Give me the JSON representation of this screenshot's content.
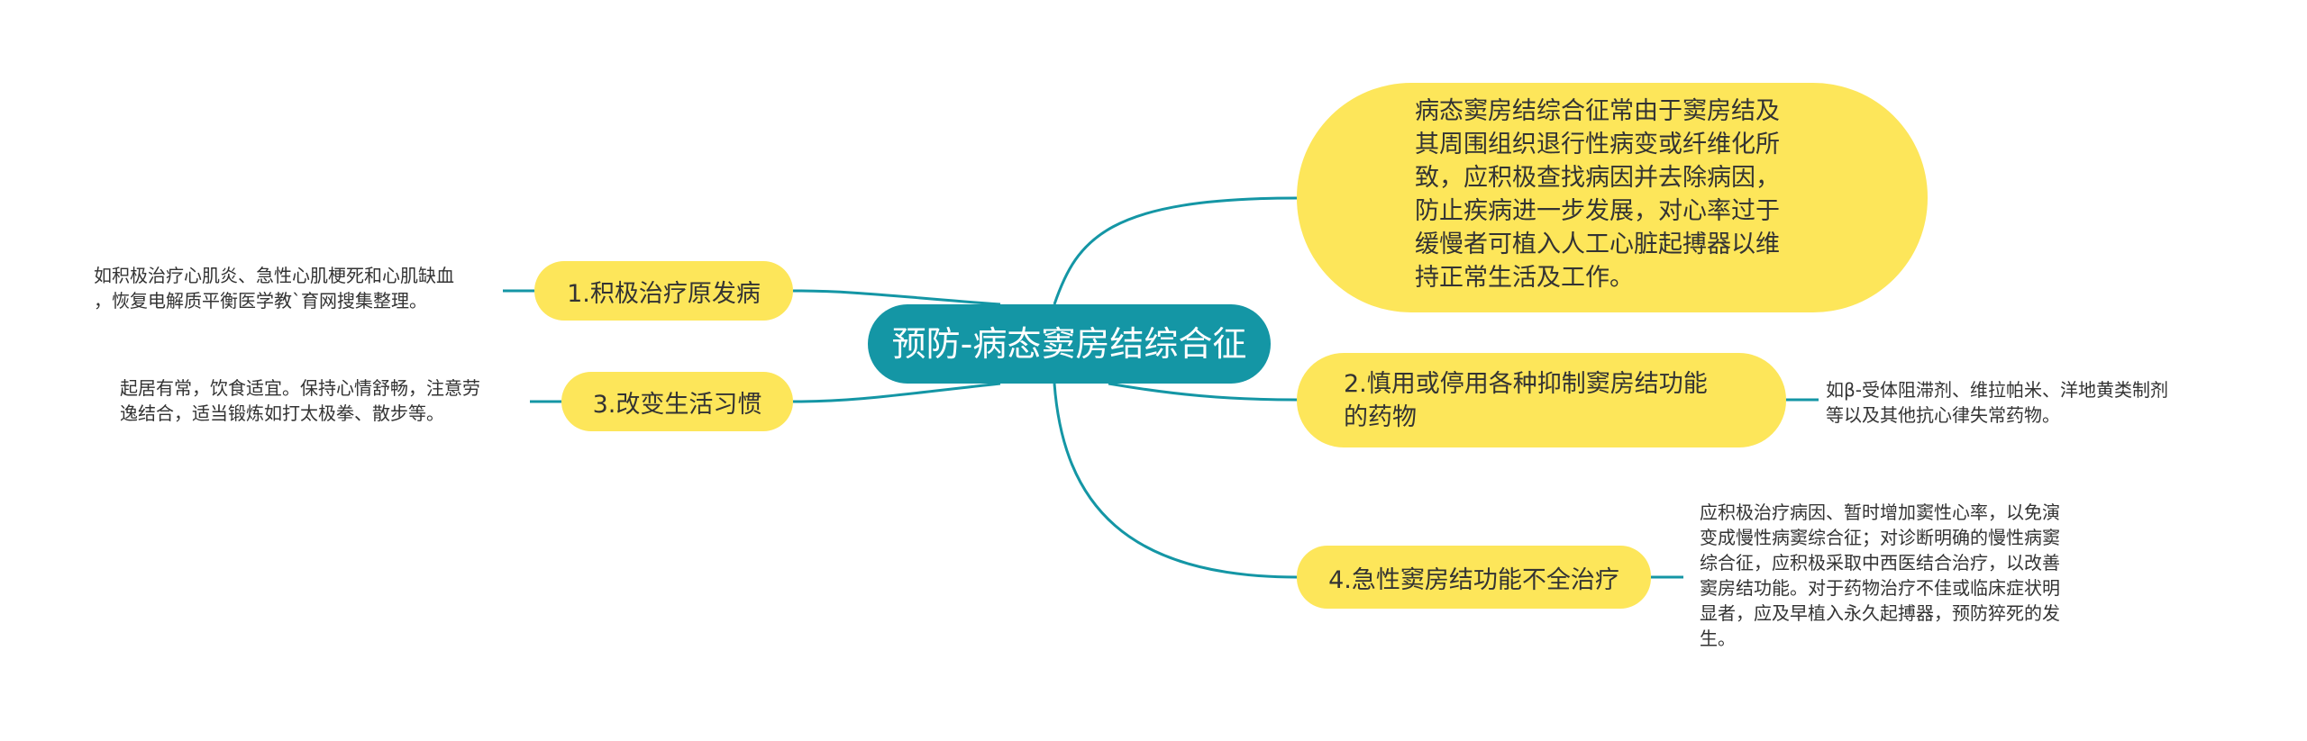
{
  "root": {
    "label": "预防-病态窦房结综合征"
  },
  "colors": {
    "root_fill": "#1496a5",
    "branch_fill": "#fde65a",
    "connector": "#1496a5"
  },
  "branches": [
    {
      "label": "1.积极治疗原发病",
      "detail": [
        "如积极治疗心肌炎、急性心肌梗死和心肌缺血",
        "，恢复电解质平衡医学教`育网搜集整理。"
      ]
    },
    {
      "label": "3.改变生活习惯",
      "detail": [
        "起居有常，饮食适宜。保持心情舒畅，注意劳",
        "逸结合，适当锻炼如打太极拳、散步等。"
      ]
    },
    {
      "label": "病态窦房结综合征常由于窦房结及其周围组织退行性病变或纤维化所致，应积极查找病因并去除病因，防止疾病进一步发展，对心率过于缓慢者可植入人工心脏起搏器以维持正常生活及工作。",
      "lines": [
        "病态窦房结综合征常由于窦房结及",
        "其周围组织退行性病变或纤维化所",
        "致，应积极查找病因并去除病因，",
        "防止疾病进一步发展，对心率过于",
        "缓慢者可植入人工心脏起搏器以维",
        "持正常生活及工作。"
      ]
    },
    {
      "label": "2.慎用或停用各种抑制窦房结功能的药物",
      "label_lines": [
        "2.慎用或停用各种抑制窦房结功能",
        "的药物"
      ],
      "detail": [
        "如β-受体阻滞剂、维拉帕米、洋地黄类制剂",
        "等以及其他抗心律失常药物。"
      ]
    },
    {
      "label": "4.急性窦房结功能不全治疗",
      "detail": [
        "应积极治疗病因、暂时增加窦性心率，以免演",
        "变成慢性病窦综合征；对诊断明确的慢性病窦",
        "综合征，应积极采取中西医结合治疗，以改善",
        "窦房结功能。对于药物治疗不佳或临床症状明",
        "显者，应及早植入永久起搏器，预防猝死的发",
        "生。"
      ]
    }
  ]
}
